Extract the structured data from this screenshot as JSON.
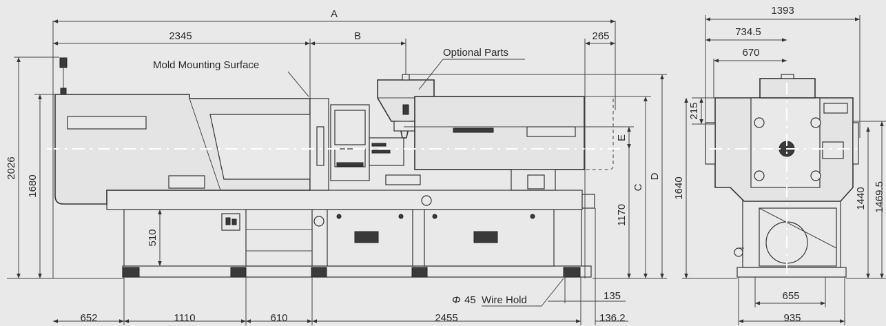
{
  "labels": {
    "mold_mounting_surface": "Mold Mounting Surface",
    "optional_parts": "Optional Parts",
    "wire_hold": "Wire Hold",
    "wire_hold_diameter": "45",
    "phi_symbol": "Φ"
  },
  "front_view": {
    "top_dims": {
      "A": "A",
      "B": "B",
      "d2345": "2345",
      "d265": "265"
    },
    "left_dims": {
      "d2026": "2026",
      "d1680": "1680",
      "d510": "510"
    },
    "right_dims": {
      "E": "E",
      "C": "C",
      "D": "D",
      "d1170": "1170"
    },
    "bottom_dims": {
      "d652": "652",
      "d1110": "1110",
      "d610": "610",
      "d2455": "2455",
      "d135": "135",
      "d136_2": "136.2"
    }
  },
  "side_view": {
    "top_dims": {
      "d1393": "1393",
      "d734_5": "734.5",
      "d670": "670",
      "d215": "215"
    },
    "left_dims": {
      "d1640": "1640"
    },
    "right_dims": {
      "d1440": "1440",
      "d1469_5": "1469.5"
    },
    "bottom_dims": {
      "d655": "655",
      "d935": "935"
    }
  },
  "colors": {
    "background": "#e9e9e9",
    "line": "#333333",
    "panel": "#e4e4e4"
  }
}
